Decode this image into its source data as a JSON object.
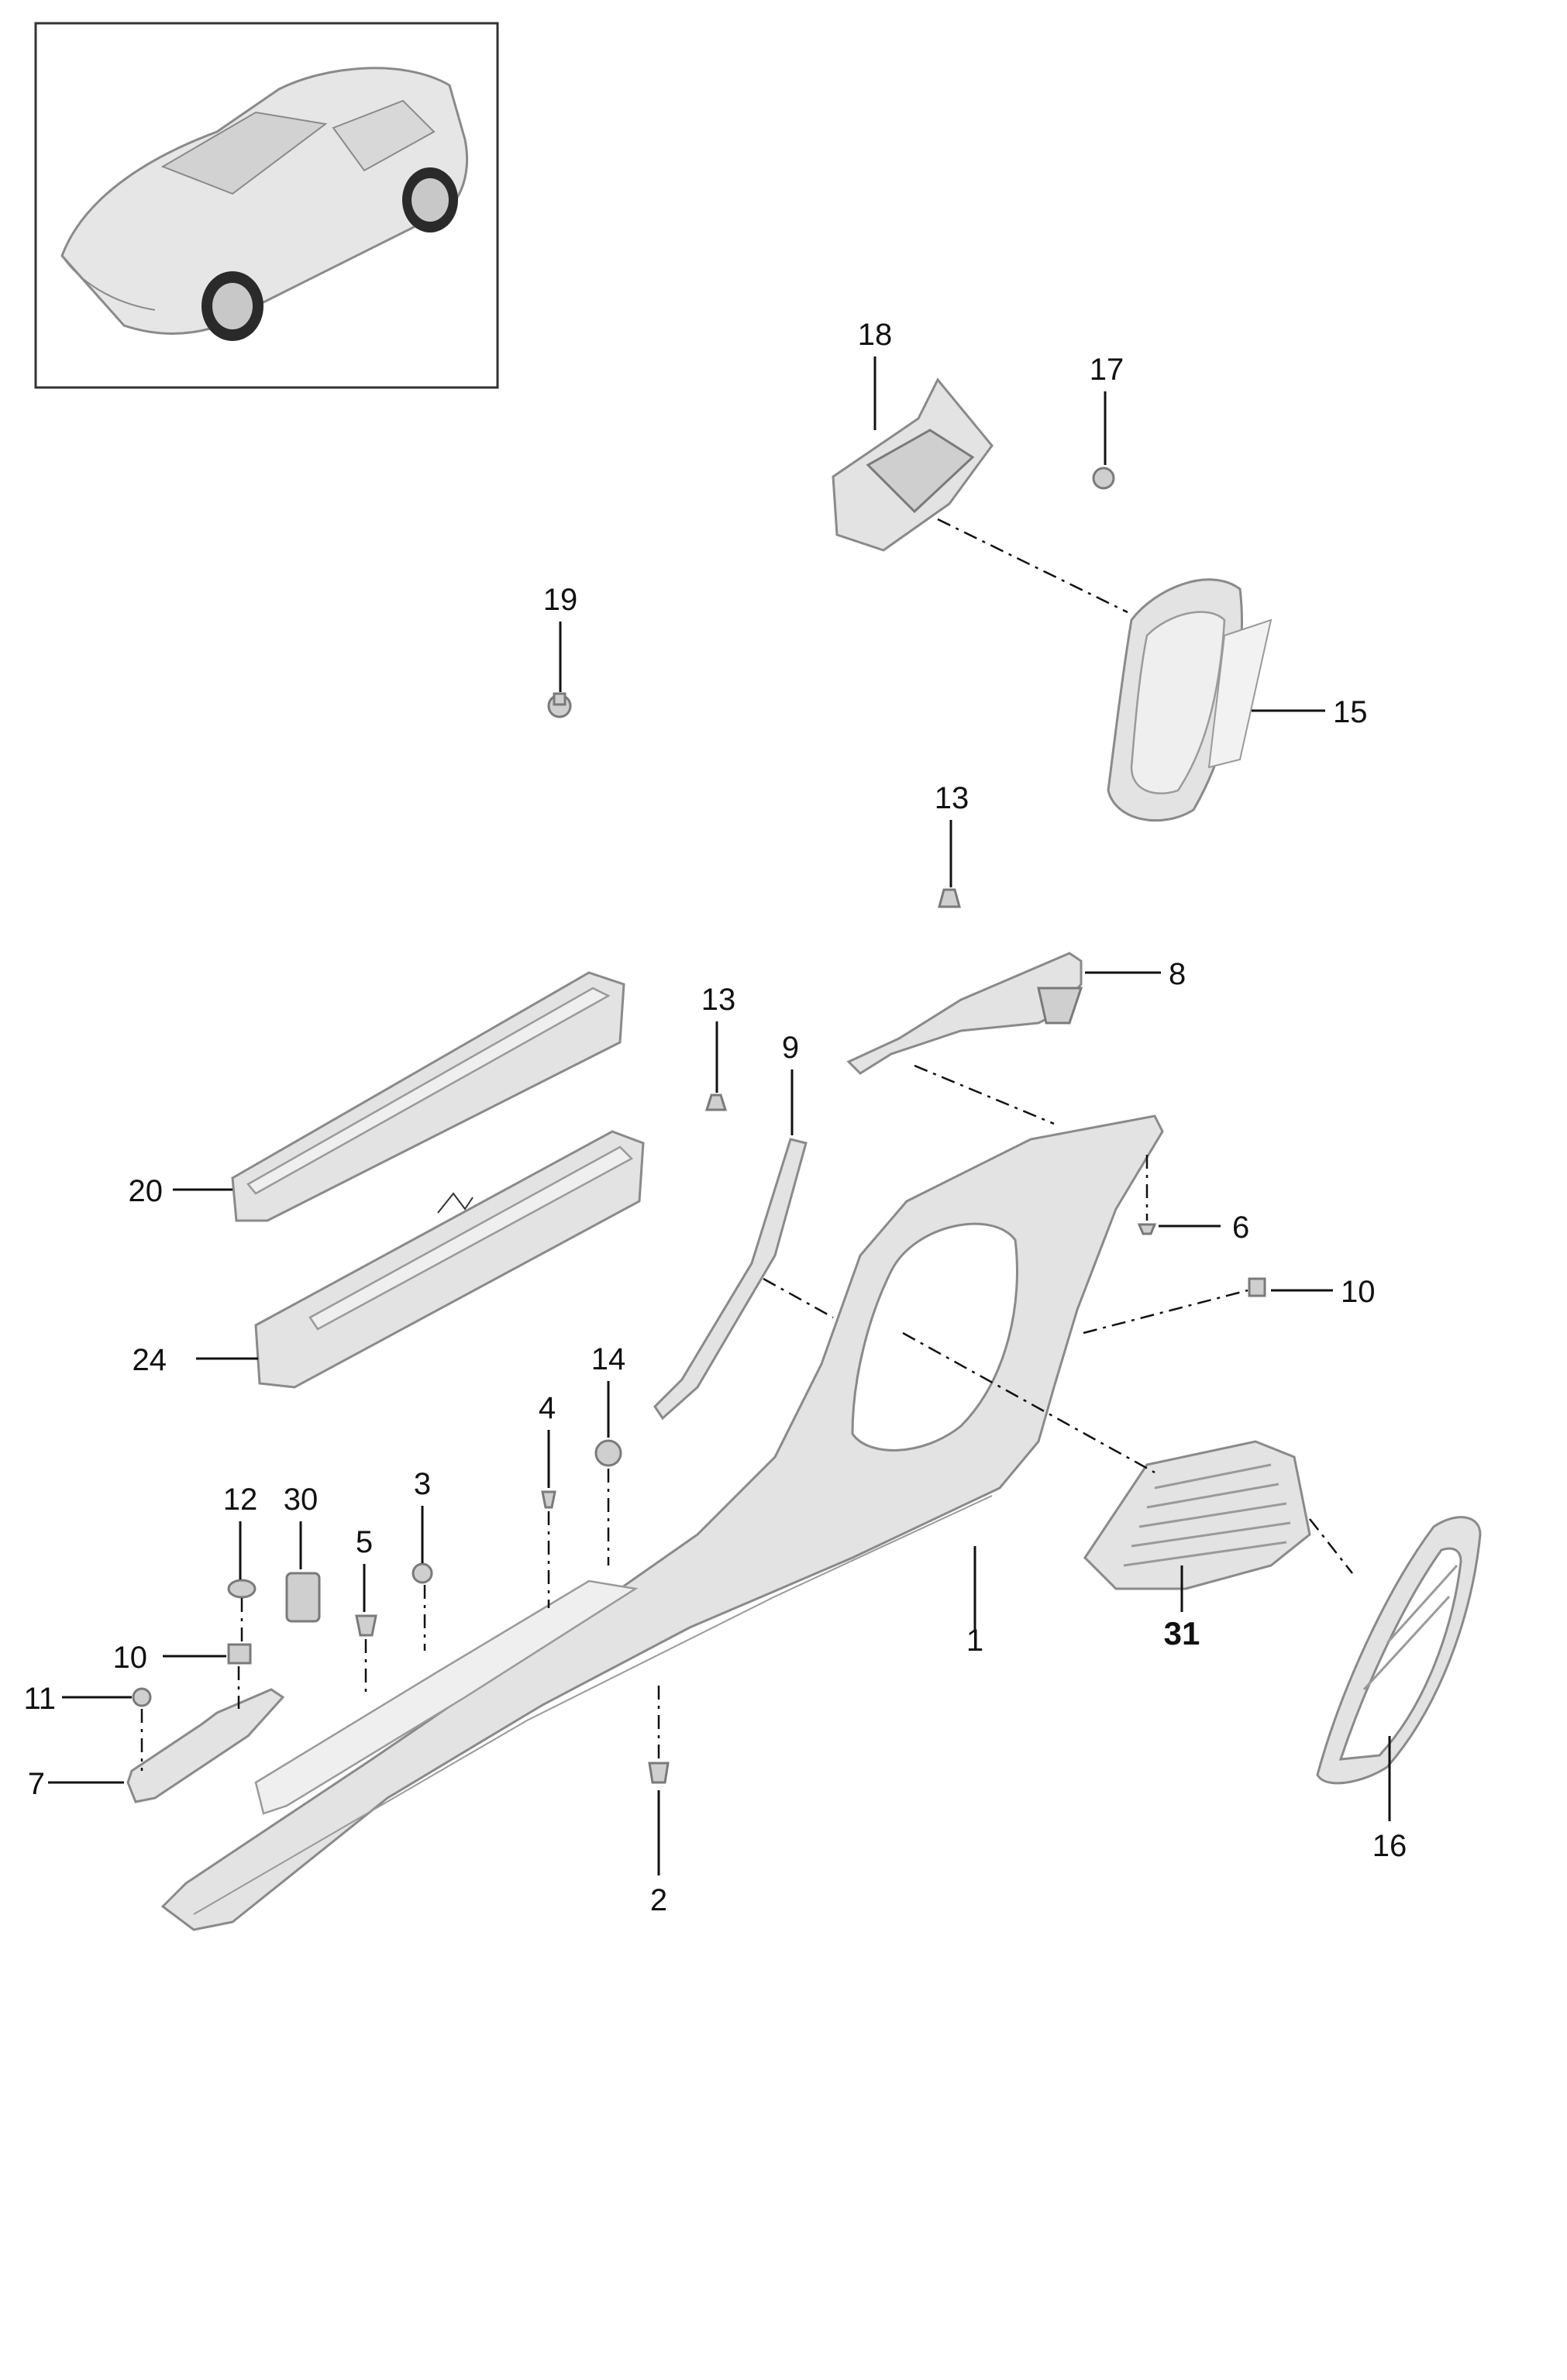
{
  "callouts": {
    "c1": "1",
    "c2": "2",
    "c3": "3",
    "c4": "4",
    "c5": "5",
    "c6": "6",
    "c7": "7",
    "c8": "8",
    "c9": "9",
    "c10a": "10",
    "c10b": "10",
    "c11": "11",
    "c12": "12",
    "c13a": "13",
    "c13b": "13",
    "c14": "14",
    "c15": "15",
    "c16": "16",
    "c17": "17",
    "c18": "18",
    "c19": "19",
    "c20": "20",
    "c24": "24",
    "c30": "30",
    "c31": "31"
  }
}
